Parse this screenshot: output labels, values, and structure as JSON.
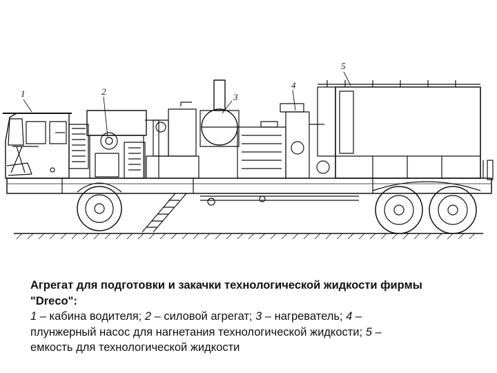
{
  "callouts": {
    "c1": "1",
    "c2": "2",
    "c3": "3",
    "c4": "4",
    "c5": "5"
  },
  "caption": {
    "title_line1": "Агрегат для подготовки и закачки технологической жидкости фирмы",
    "title_line2": "\"Dreco\":",
    "items": [
      {
        "num": "1",
        "text": " – кабина водителя; "
      },
      {
        "num": "2",
        "text": " – силовой агрегат; "
      },
      {
        "num": "3",
        "text": " – нагреватель; "
      },
      {
        "num": "4",
        "text": " –"
      },
      {
        "text": "плунжерный насос для нагнетания технологической жидкости; "
      },
      {
        "num": "5",
        "text": " –"
      },
      {
        "text": "емкость для технологической жидкости"
      }
    ]
  }
}
